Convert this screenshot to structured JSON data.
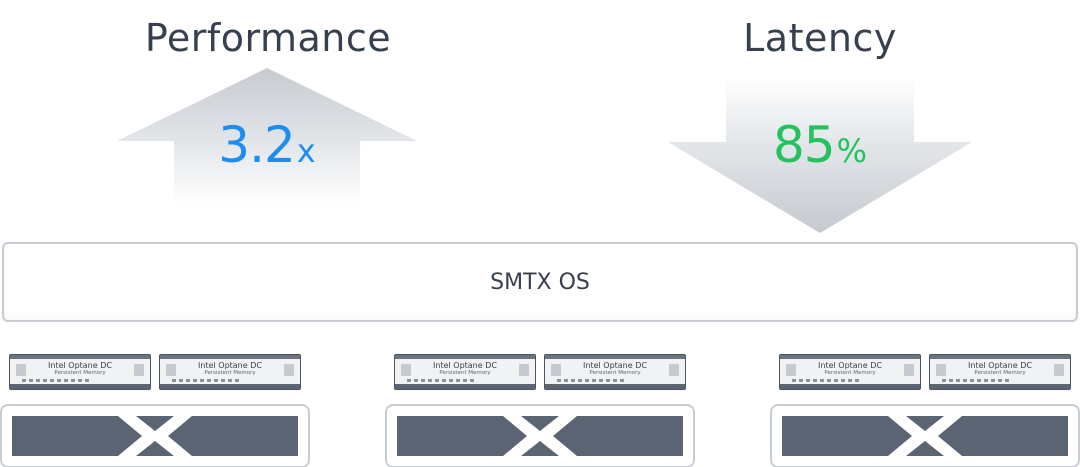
{
  "performance": {
    "title": "Performance",
    "value": "3.2",
    "unit": "x",
    "color": "#1e8df0"
  },
  "latency": {
    "title": "Latency",
    "value": "85",
    "unit": "%",
    "color": "#22c25c"
  },
  "os": {
    "label": "SMTX OS"
  },
  "module": {
    "line1": "Intel Optane DC",
    "line2": "Persistent Memory"
  },
  "colors": {
    "text": "#36404e",
    "switch_fill": "#5a6472",
    "border": "#c7ccd3"
  }
}
